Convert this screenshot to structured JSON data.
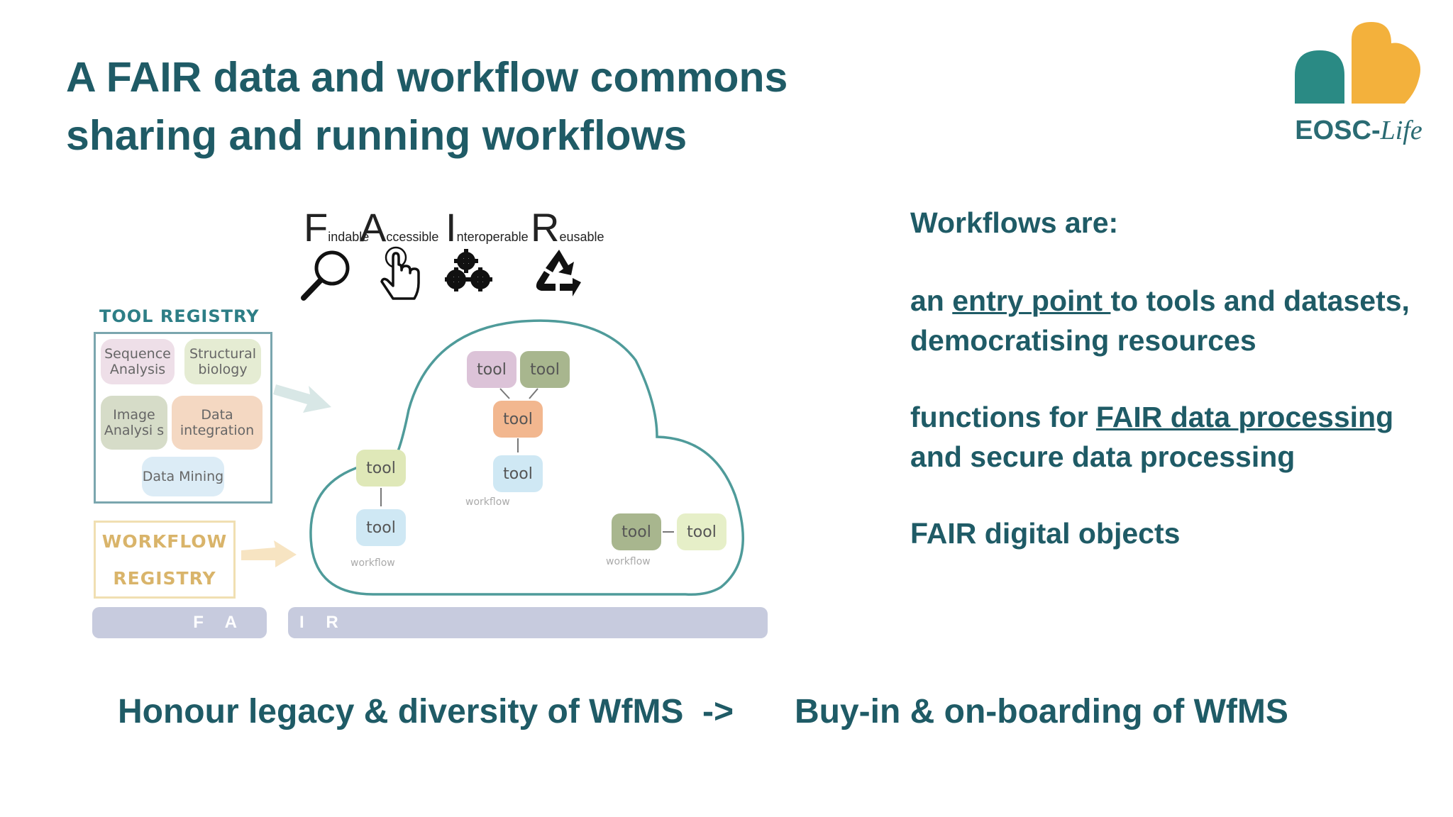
{
  "slide": {
    "title_line1": "A FAIR data and workflow commons",
    "title_line2": "sharing and running workflows",
    "logo": {
      "text_main": "EOSC-",
      "text_italic": "Life",
      "colors": {
        "teal": "#2a8a84",
        "orange": "#f3b13c"
      }
    }
  },
  "fair": {
    "items": [
      {
        "letter": "F",
        "word": "indable",
        "icon": "magnifier-icon"
      },
      {
        "letter": "A",
        "word": "ccessible",
        "icon": "pointing-hand-icon"
      },
      {
        "letter": "I",
        "word": "nteroperable",
        "icon": "gears-icon"
      },
      {
        "letter": "R",
        "word": "eusable",
        "icon": "recycle-icon"
      }
    ]
  },
  "diagram": {
    "tool_registry_label": "TOOL REGISTRY",
    "registry_boxes": [
      {
        "label": "Sequence Analysis",
        "color": "#eedfe8"
      },
      {
        "label": "Structural biology",
        "color": "#e5ecd3"
      },
      {
        "label": "Image Analysi s",
        "color": "#d6dcc8"
      },
      {
        "label": "Data integration",
        "color": "#f4d8c2"
      },
      {
        "label": "Data Mining",
        "color": "#dcecf6"
      }
    ],
    "workflow_registry_line1": "WORKFLOW",
    "workflow_registry_line2": "REGISTRY",
    "tool_label": "tool",
    "workflow_label": "workflow",
    "bar_left": "F A",
    "bar_right": "I R"
  },
  "right_panel": {
    "heading": "Workflows are:",
    "p1_pre": "an ",
    "p1_link": "entry point ",
    "p1_post": "to tools and datasets,",
    "p1_line2": "democratising resources",
    "p2_pre": "functions for ",
    "p2_link": "FAIR data processing",
    "p2_line2": "and secure data processing",
    "p3": "FAIR digital objects"
  },
  "bottom": {
    "left": "Honour legacy & diversity of WfMS",
    "arrow": "->",
    "right": "Buy-in & on-boarding of WfMS"
  }
}
